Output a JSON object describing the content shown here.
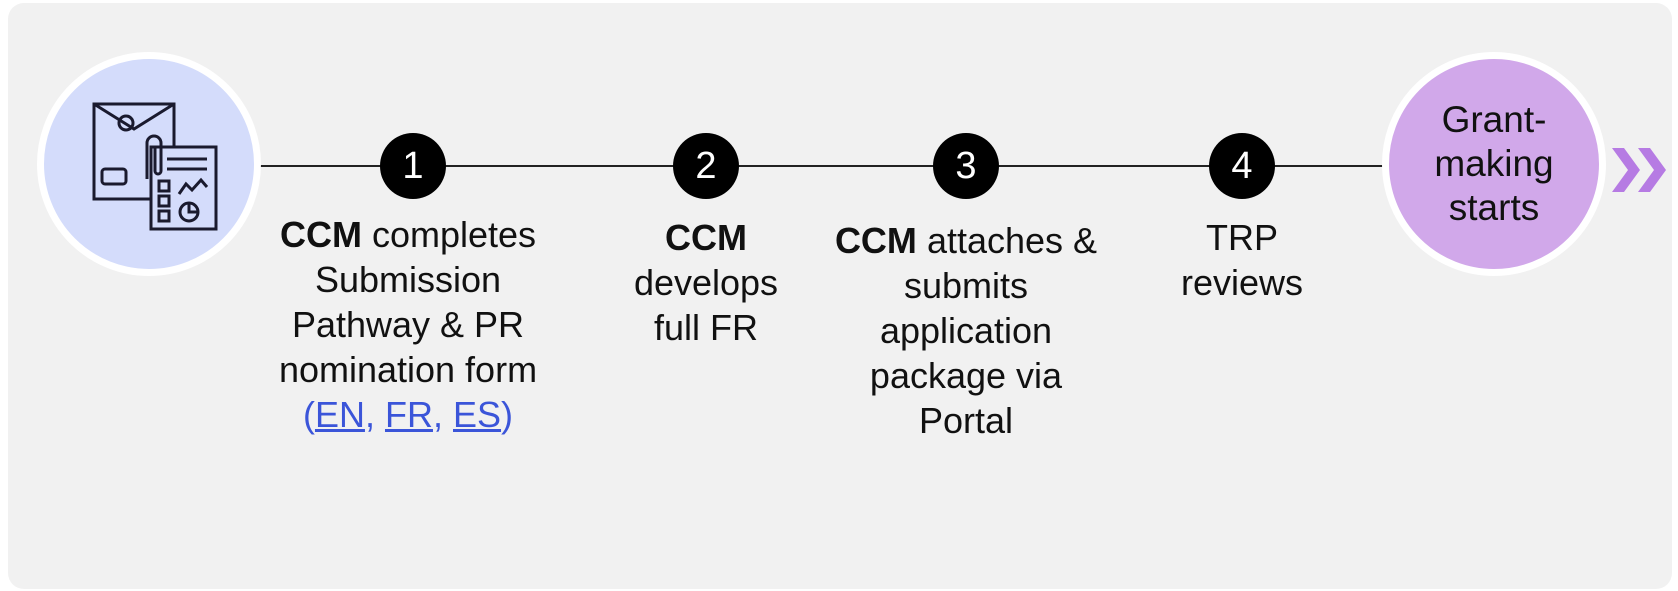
{
  "steps": [
    {
      "number": "1",
      "actor": "CCM",
      "text": "completes Submission Pathway & PR nomination form"
    },
    {
      "number": "2",
      "actor": "CCM",
      "text": "develops full FR"
    },
    {
      "number": "3",
      "actor": "CCM",
      "text": "attaches & submits application package via Portal"
    },
    {
      "number": "4",
      "actor": "",
      "text": "TRP reviews"
    }
  ],
  "language_links": {
    "open": "(",
    "sep1": ", ",
    "sep2": ", ",
    "close": ")",
    "en": "EN",
    "fr": "FR",
    "es": "ES"
  },
  "end": {
    "label": "Grant-making starts"
  },
  "icons": {
    "start": "document-envelope-icon",
    "continue": "double-chevron-right-icon"
  },
  "colors": {
    "start_circle": "#d4dcfb",
    "end_circle": "#d1a8ea",
    "chevron": "#b67be3",
    "link": "#3b55d9"
  }
}
